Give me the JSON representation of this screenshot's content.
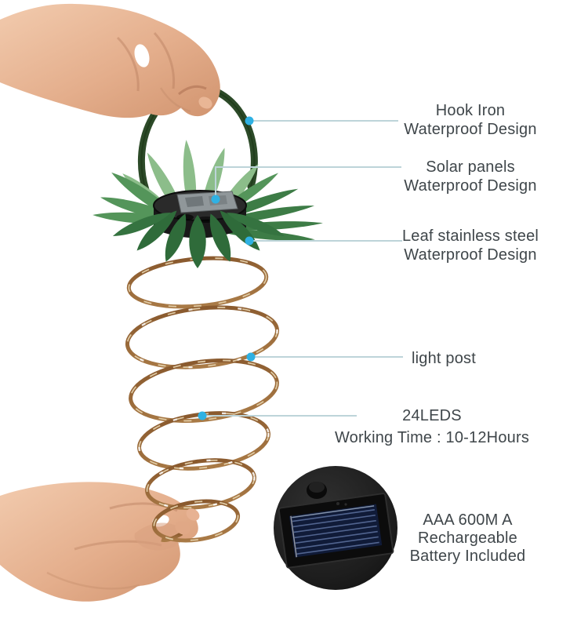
{
  "callouts": {
    "hook": {
      "line1": "Hook Iron",
      "line2": "Waterproof Design"
    },
    "solar": {
      "line1": "Solar panels",
      "line2": "Waterproof Design"
    },
    "leaf": {
      "line1": "Leaf stainless steel",
      "line2": "Waterproof Design"
    },
    "light_post": {
      "line1": "light post"
    },
    "leds": {
      "line1": "24LEDS",
      "line2": "Working Time : 10-12Hours"
    },
    "battery": {
      "line1": "AAA 600M A",
      "line2": "Rechargeable",
      "line3": "Battery Included"
    }
  },
  "colors": {
    "callout_dot": "#2fb1e3",
    "callout_line": "#bdd4d9",
    "label_text": "#3f464a",
    "leaf_green": "#54955a",
    "leaf_dark": "#2f6b3a",
    "handle_green": "#2c4a28",
    "copper_wire": "#9c6b3c"
  }
}
